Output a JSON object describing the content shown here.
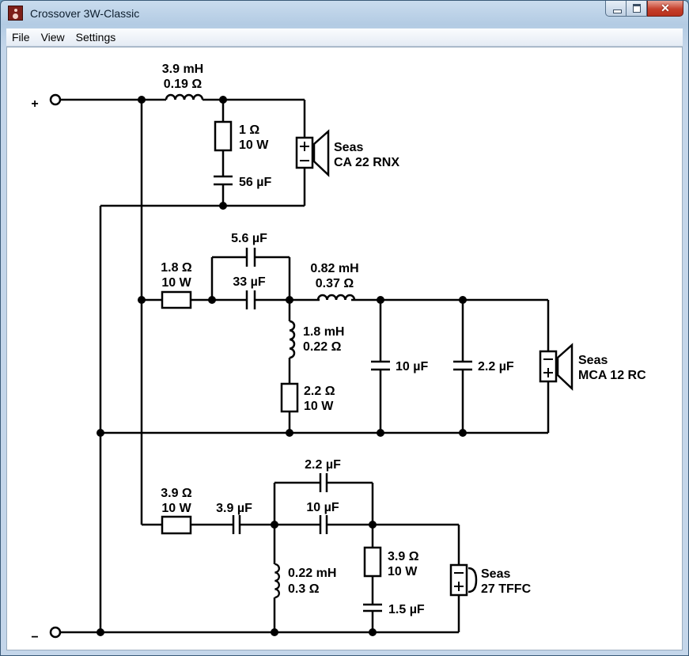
{
  "window": {
    "title": "Crossover 3W-Classic",
    "close_glyph": "✕"
  },
  "menu": [
    "File",
    "View",
    "Settings"
  ],
  "terminals": {
    "plus": "+",
    "minus": "−"
  },
  "tweeter": {
    "series_inductor": [
      "3.9 mH",
      "0.19 Ω"
    ],
    "shunt_resistor": [
      "1 Ω",
      "10 W"
    ],
    "shunt_capacitor": "56 µF",
    "driver": [
      "Seas",
      "CA 22 RNX"
    ]
  },
  "mid": {
    "series_resistor": [
      "1.8 Ω",
      "10 W"
    ],
    "cap_top": "5.6 µF",
    "cap_bottom": "33 µF",
    "series_inductor": [
      "0.82 mH",
      "0.37 Ω"
    ],
    "shunt_inductor": [
      "1.8 mH",
      "0.22 Ω"
    ],
    "shunt_resistor": [
      "2.2 Ω",
      "10 W"
    ],
    "shunt_cap_1": "10 µF",
    "shunt_cap_2": "2.2 µF",
    "driver": [
      "Seas",
      "MCA 12 RC"
    ]
  },
  "woofer": {
    "series_resistor": [
      "3.9 Ω",
      "10 W"
    ],
    "series_capacitor": "3.9 µF",
    "cap_top": "2.2 µF",
    "cap_bottom": "10 µF",
    "shunt_inductor": [
      "0.22 mH",
      "0.3 Ω"
    ],
    "shunt_resistor": [
      "3.9 Ω",
      "10 W"
    ],
    "shunt_capacitor": "1.5 µF",
    "driver": [
      "Seas",
      "27 TFFC"
    ]
  },
  "colors": {
    "wire": "#000000",
    "close_button": "#c6402c",
    "app_icon": "#7d1f19"
  }
}
